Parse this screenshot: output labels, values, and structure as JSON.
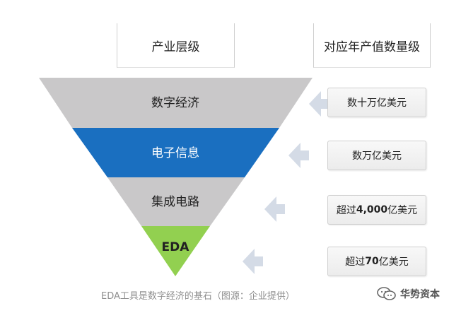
{
  "headers": {
    "level": "产业层级",
    "value": "对应年产值数量级"
  },
  "layers": [
    {
      "label": "数字经济",
      "color": "#c9c8c9",
      "text_color": "#222222"
    },
    {
      "label": "电子信息",
      "color": "#1a6fc0",
      "text_color": "#ffffff"
    },
    {
      "label": "集成电路",
      "color": "#c9c8c9",
      "text_color": "#222222"
    },
    {
      "label": "EDA",
      "color": "#92d050",
      "text_color": "#222222"
    }
  ],
  "values": [
    {
      "prefix": "数十万亿美元",
      "bold": "",
      "suffix": ""
    },
    {
      "prefix": "数万亿美元",
      "bold": "",
      "suffix": ""
    },
    {
      "prefix": "超过",
      "bold": "4,000",
      "suffix": "亿美元"
    },
    {
      "prefix": "超过",
      "bold": "70",
      "suffix": "亿美元"
    }
  ],
  "caption": "EDA工具是数字经济的基石（图源：企业提供）",
  "watermark": "华势资本",
  "icons": {
    "arrow": "left-arrow-icon",
    "wechat": "wechat-icon"
  },
  "colors": {
    "arrow": "#d4dbe6",
    "divider": "#cfcfcf"
  }
}
